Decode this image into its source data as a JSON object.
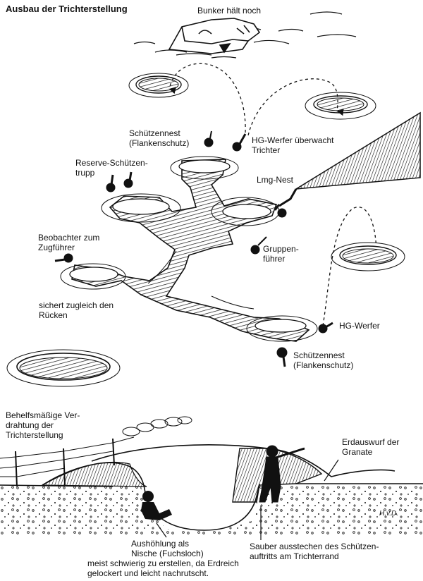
{
  "title": "Ausbau der Trichterstellung",
  "top_view": {
    "bunker": "Bunker hält noch",
    "nest_top": "Schützennest\n(Flankenschutz)",
    "hg_top": "HG-Werfer überwacht\nTrichter",
    "reserve": "Reserve-Schützen-\ntrupp",
    "lmg": "Lmg-Nest",
    "observer": "Beobachter zum\nZugführer",
    "group_leader": "Gruppen-\nführer",
    "rear": "sichert zugleich den\nRücken",
    "hg_right": "HG-Werfer",
    "nest_bottom": "Schützennest\n(Flankenschutz)"
  },
  "section_view": {
    "wire": "Behelfsmäßige Ver-\ndrahtung der\nTrichterstellung",
    "spoil": "Erdauswurf der\nGranate",
    "signature": "H.v.D.",
    "niche": "Aushöhlung als\nNische (Fuchsloch)",
    "niche_note": "meist schwierig zu erstellen, da Erdreich\ngelockert und leicht nachrutscht.",
    "cut": "Sauber ausstechen des Schützen-\nauftritts am Trichterrand"
  },
  "colors": {
    "ink": "#111111",
    "paper": "#ffffff"
  }
}
